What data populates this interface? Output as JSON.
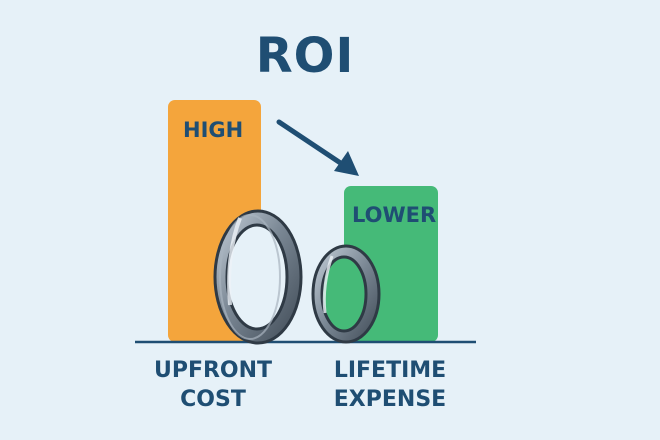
{
  "title": "ROI",
  "bars": {
    "high": {
      "label": "HIGH",
      "color": "#f4a53c"
    },
    "lower": {
      "label": "LOWER",
      "color": "#45ba78"
    }
  },
  "axis": {
    "left_line1": "UPFRONT",
    "left_line2": "COST",
    "right_line1": "LIFETIME",
    "right_line2": "EXPENSE"
  },
  "colors": {
    "text": "#1f4e73",
    "background": "#e6f1f8",
    "ring": "#7a8794",
    "arrow": "#1f4e73"
  },
  "icons": [
    "large-bearing-ring-icon",
    "small-bearing-ring-icon",
    "down-right-arrow-icon"
  ]
}
